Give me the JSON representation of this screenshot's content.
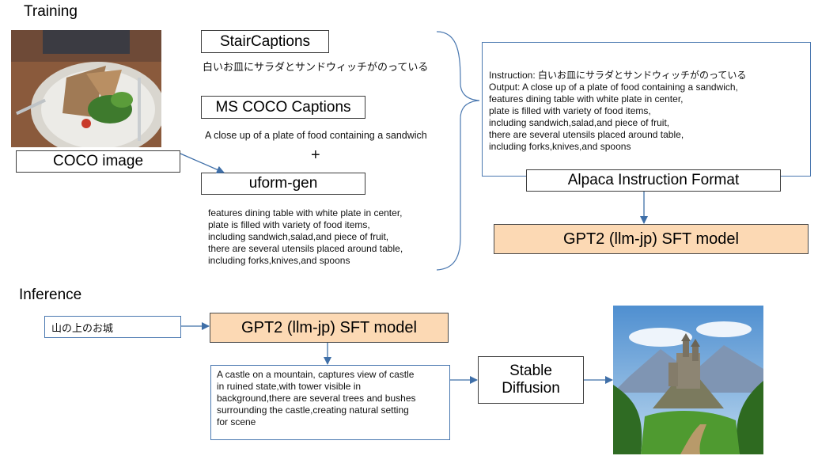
{
  "training": {
    "title": "Training",
    "coco_image_label": "COCO image",
    "stair_captions_label": "StairCaptions",
    "stair_caption_text": "白いお皿にサラダとサンドウィッチがのっている",
    "ms_coco_label": "MS COCO Captions",
    "ms_coco_caption_text": "A close up of a plate of food containing a sandwich",
    "plus": "+",
    "uform_label": "uform-gen",
    "uform_output_lines": [
      "features dining table with white plate in center,",
      "plate is filled with variety of food items,",
      "including sandwich,salad,and piece of fruit,",
      "there are several utensils placed around table,",
      "including forks,knives,and spoons"
    ],
    "alpaca_lines": [
      "Instruction: 白いお皿にサラダとサンドウィッチがのっている",
      "Output: A close up of a plate of food containing a sandwich,",
      "features dining table with white plate in center,",
      "plate is filled with variety of food items,",
      "including sandwich,salad,and piece of fruit,",
      "there are several utensils placed around table,",
      "including forks,knives,and spoons"
    ],
    "alpaca_label": "Alpaca Instruction Format",
    "sft_label": "GPT2 (llm-jp) SFT model"
  },
  "inference": {
    "title": "Inference",
    "input_text": "山の上のお城",
    "sft_label": "GPT2 (llm-jp) SFT model",
    "generated_lines": [
      "A castle on a mountain, captures view of castle",
      "in ruined state,with tower visible in",
      "background,there are several trees and bushes",
      "surrounding the castle,creating natural setting",
      "for scene"
    ],
    "stable_diffusion_line1": "Stable",
    "stable_diffusion_line2": "Diffusion"
  },
  "colors": {
    "orange_fill": "#fcd9b4",
    "arrow_blue": "#3f6fa8",
    "bracket_blue": "#4a78b0"
  }
}
